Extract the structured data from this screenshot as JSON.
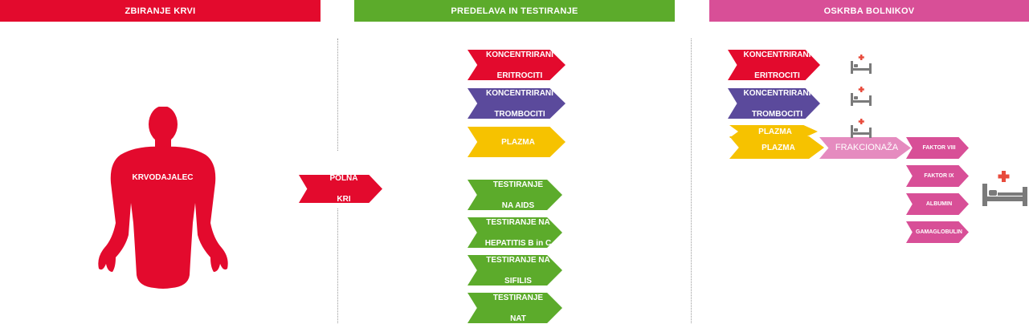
{
  "headers": {
    "collection": "ZBIRANJE KRVI",
    "processing": "PREDELAVA IN TESTIRANJE",
    "care": "OSKRBA BOLNIKOV"
  },
  "colors": {
    "red": "#e30a2d",
    "green": "#5cab2b",
    "pink": "#d84f97",
    "purple": "#5b4a9c",
    "yellow": "#f6c200"
  },
  "donor": {
    "label": "KRVODAJALEC",
    "icon": "human-body-icon"
  },
  "whole_blood": {
    "line1": "POLNA",
    "line2": "KRI"
  },
  "processing": {
    "products": [
      {
        "line1": "KONCENTRIRANI",
        "line2": "ERITROCITI"
      },
      {
        "line1": "KONCENTRIRANI",
        "line2": "TROMBOCITI"
      },
      {
        "line1": "PLAZMA",
        "line2": ""
      }
    ],
    "tests": [
      {
        "line1": "TESTIRANJE",
        "line2": "NA AIDS"
      },
      {
        "line1": "TESTIRANJE NA",
        "line2": "HEPATITIS B in C"
      },
      {
        "line1": "TESTIRANJE NA",
        "line2": "SIFILIS"
      },
      {
        "line1": "TESTIRANJE",
        "line2": "NAT"
      }
    ]
  },
  "care": {
    "products": [
      {
        "line1": "KONCENTRIRANI",
        "line2": "ERITROCITI"
      },
      {
        "line1": "KONCENTRIRANI",
        "line2": "TROMBOCITI"
      },
      {
        "line1": "PLAZMA",
        "line2": ""
      },
      {
        "line1": "PLAZMA",
        "line2": ""
      }
    ],
    "fractionation": "FRAKCIONAŽA",
    "derivatives": [
      "FAKTOR VIII",
      "FAKTOR IX",
      "ALBUMIN",
      "GAMAGLOBULIN"
    ],
    "bed_icon": "hospital-bed-icon"
  }
}
